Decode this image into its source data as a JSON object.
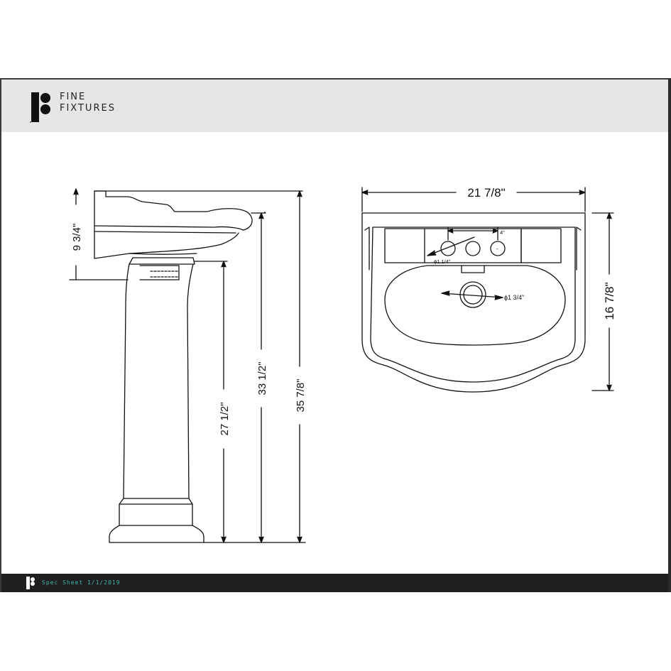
{
  "brand": {
    "line1": "FINE",
    "line2": "FIXTURES"
  },
  "footer": {
    "text": "Spec Sheet 1/1/2019"
  },
  "side_view": {
    "dim_basin_depth": "9 3/4\"",
    "dim_pedestal_height": "27 1/2\"",
    "dim_rim_height": "33 1/2\"",
    "dim_overall_height": "35 7/8\""
  },
  "top_view": {
    "dim_width": "21 7/8\"",
    "dim_depth": "16 7/8\"",
    "dim_faucet_spacing": "4\"",
    "dim_faucet_hole": "ϕ1 1/4\"",
    "dim_drain_hole": "ϕ1 3/4\""
  },
  "colors": {
    "header_bg": "#e6e6e6",
    "footer_bg": "#1f1f1f",
    "footer_text": "#3bb8b0",
    "line": "#111111"
  }
}
